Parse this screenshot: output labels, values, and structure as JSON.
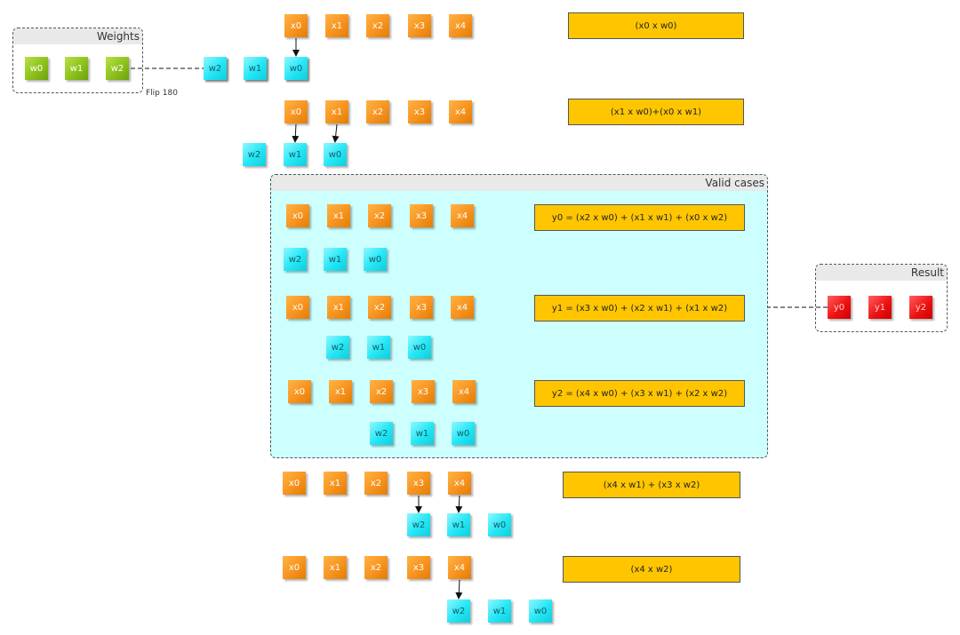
{
  "colors": {
    "input_box": "#f7931e",
    "kernel_box": "#22e6f5",
    "weights_box": "#8cc11a",
    "result_box": "#ee1212",
    "formula_fill": "#ffc600",
    "valid_region": "#ccfffe"
  },
  "weights_group": {
    "title": "Weights",
    "items": [
      "w0",
      "w1",
      "w2"
    ],
    "flip_label": "Flip 180"
  },
  "flipped_kernel": [
    "w2",
    "w1",
    "w0"
  ],
  "valid_group": {
    "title": "Valid cases"
  },
  "result_group": {
    "title": "Result",
    "items": [
      "y0",
      "y1",
      "y2"
    ]
  },
  "steps": [
    {
      "inputs": [
        "x0",
        "x1",
        "x2",
        "x3",
        "x4"
      ],
      "kernel": [
        "w2",
        "w1",
        "w0"
      ],
      "formula": "(x0 x w0)"
    },
    {
      "inputs": [
        "x0",
        "x1",
        "x2",
        "x3",
        "x4"
      ],
      "kernel": [
        "w2",
        "w1",
        "w0"
      ],
      "formula": "(x1 x w0)+(x0 x w1)"
    },
    {
      "inputs": [
        "x0",
        "x1",
        "x2",
        "x3",
        "x4"
      ],
      "kernel": [
        "w2",
        "w1",
        "w0"
      ],
      "formula": "y0 = (x2 x w0) + (x1 x w1) + (x0 x w2)"
    },
    {
      "inputs": [
        "x0",
        "x1",
        "x2",
        "x3",
        "x4"
      ],
      "kernel": [
        "w2",
        "w1",
        "w0"
      ],
      "formula": "y1 = (x3 x w0) + (x2 x w1) + (x1 x w2)"
    },
    {
      "inputs": [
        "x0",
        "x1",
        "x2",
        "x3",
        "x4"
      ],
      "kernel": [
        "w2",
        "w1",
        "w0"
      ],
      "formula": "y2 = (x4 x w0) + (x3 x w1) + (x2 x w2)"
    },
    {
      "inputs": [
        "x0",
        "x1",
        "x2",
        "x3",
        "x4"
      ],
      "kernel": [
        "w2",
        "w1",
        "w0"
      ],
      "formula": "(x4 x w1) + (x3 x w2)"
    },
    {
      "inputs": [
        "x0",
        "x1",
        "x2",
        "x3",
        "x4"
      ],
      "kernel": [
        "w2",
        "w1",
        "w0"
      ],
      "formula": "(x4 x w2)"
    }
  ]
}
